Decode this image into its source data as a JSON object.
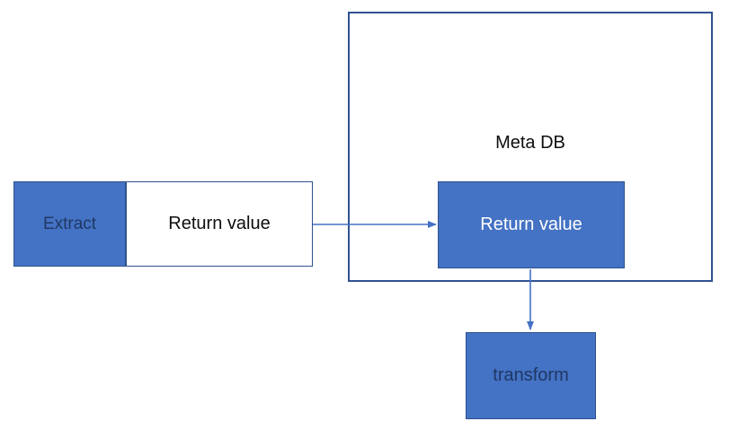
{
  "diagram": {
    "extract_box": {
      "label": "Extract"
    },
    "return_value_left_box": {
      "label": "Return value"
    },
    "meta_db_container": {
      "label": "Meta DB"
    },
    "return_value_meta_box": {
      "label": "Return value"
    },
    "transform_box": {
      "label": "transform"
    },
    "arrows": [
      {
        "name": "extract-to-meta-db",
        "from": "return_value_left_box",
        "to": "return_value_meta_box",
        "direction": "right"
      },
      {
        "name": "meta-db-to-transform",
        "from": "return_value_meta_box",
        "to": "transform_box",
        "direction": "down"
      }
    ]
  },
  "colors": {
    "shape_fill": "#4472C4",
    "shape_border": "#2F528F",
    "arrow": "#4472C4",
    "dark_text": "#1F3864",
    "light_text": "#FFFFFF",
    "black_text": "#0D0D0D",
    "background": "#FFFFFF"
  }
}
